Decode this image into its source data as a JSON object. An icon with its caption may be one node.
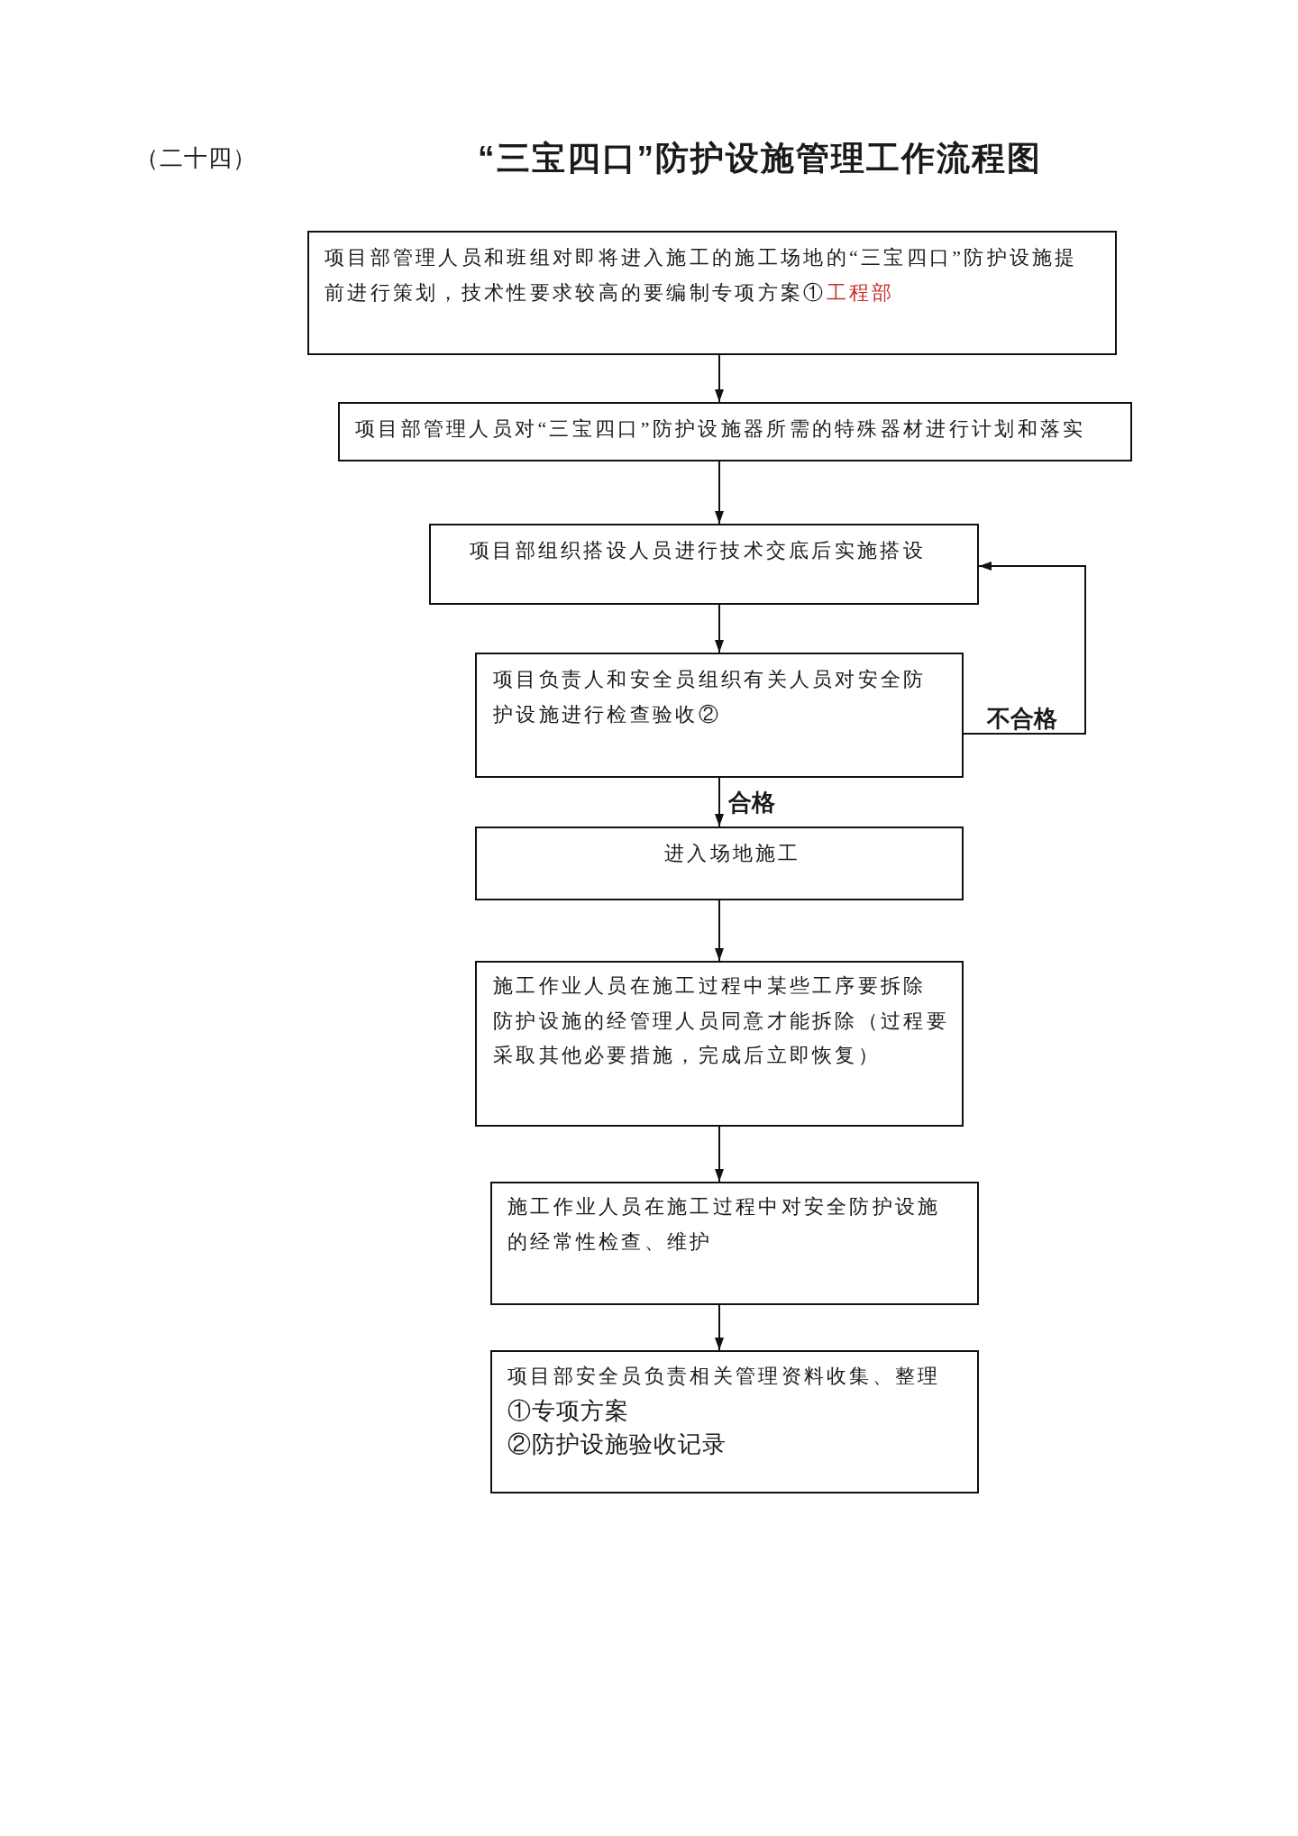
{
  "diagram": {
    "title": "“三宝四口”防护设施管理工作流程图",
    "nodes": [
      {
        "text": [
          "项目部管理人员和班组对即将进入施工的施工场地的“三宝四口”防护设施提前进行策划，技术性要求较高的要编制专项方案①工程部"
        ]
      },
      {
        "text": [
          "项目部管理人员对“三宝四口”防护设施器所需的特殊器材进行计划和落实"
        ]
      },
      {
        "text": [
          "项目部组织搭设人员进行技术交底后实施搭设"
        ]
      },
      {
        "text": [
          "项目负责人和安全员组织有关人员对安全防护设施进行检查验收②"
        ]
      },
      {
        "text": [
          "进入场地施工"
        ]
      },
      {
        "text": [
          "施工作业人员在施工过程中某些工序要拆除防护设施的经管理人员同意才能拆除（过程要采取其他必要措施，完成后立即恢复）"
        ]
      },
      {
        "text": [
          "施工作业人员在施工过程中对安全防护设施的经常性检查、维护"
        ]
      },
      {
        "text": [
          "项目部安全员负责相关管理资料收集、整理",
          "①专项方案",
          "②防护设施验收记录"
        ]
      }
    ],
    "edges": [
      {
        "from": 0,
        "to": 1,
        "arrow": "to"
      },
      {
        "from": 1,
        "to": 2,
        "arrow": "to"
      },
      {
        "from": 2,
        "to": 3,
        "arrow": "to"
      },
      {
        "from": 3,
        "to": 2,
        "arrow": "to",
        "label": "不合格"
      },
      {
        "from": 3,
        "to": 4,
        "arrow": "to",
        "label": "合格"
      },
      {
        "from": 4,
        "to": 5,
        "arrow": "to"
      },
      {
        "from": 5,
        "to": 6,
        "arrow": "to"
      },
      {
        "from": 6,
        "to": 7,
        "arrow": "to"
      }
    ],
    "labels": [
      "（二十四）"
    ]
  }
}
